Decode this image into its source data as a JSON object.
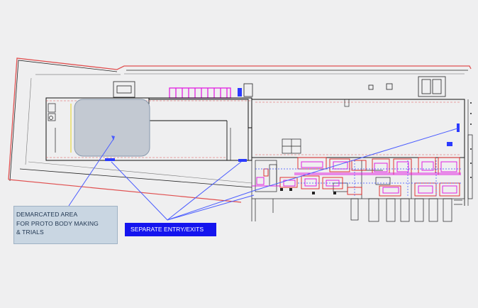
{
  "demarcated_area": {
    "line1": "DEMARCATED AREA",
    "line2": "FOR PROTO BODY MAKING",
    "line3": "& TRIALS"
  },
  "entry_exits": {
    "label": "SEPARATE ENTRY/EXITS"
  },
  "colors": {
    "background": "#efeff0",
    "site_boundary": "#e05050",
    "wall_lines": "#1a1a1a",
    "demarcated_fill": "#c3c9d2",
    "callout_fill": "#c9d6e2",
    "entry_label_fill": "#1414ee",
    "leader_lines": "#4a5cff",
    "equipment_magenta": "#e020e0",
    "equipment_red": "#e02020"
  }
}
